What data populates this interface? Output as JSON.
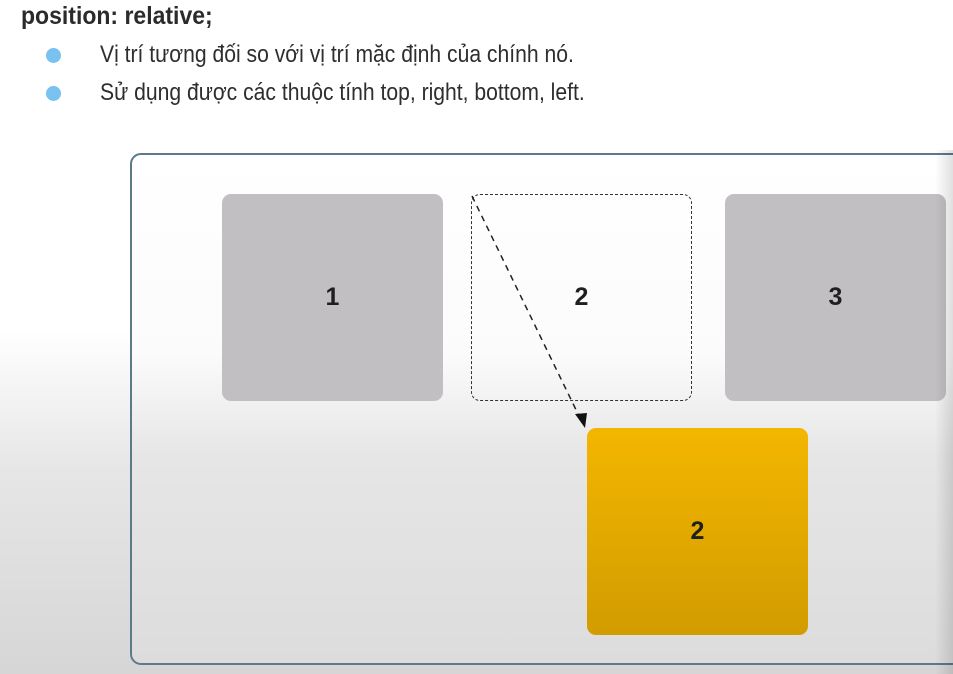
{
  "heading": "position: relative;",
  "bullets": [
    "Vị trí tương đối so với vị trí mặc định của chính nó.",
    "Sử dụng được các thuộc tính top, right, bottom, left."
  ],
  "diagram": {
    "box1_label": "1",
    "box2_original_label": "2",
    "box3_label": "3",
    "box2_moved_label": "2"
  },
  "colors": {
    "bullet": "#79c1ef",
    "gray_box": "#c1bfc2",
    "moved_box": "#f3b600",
    "container_border": "#5c7a8c"
  }
}
